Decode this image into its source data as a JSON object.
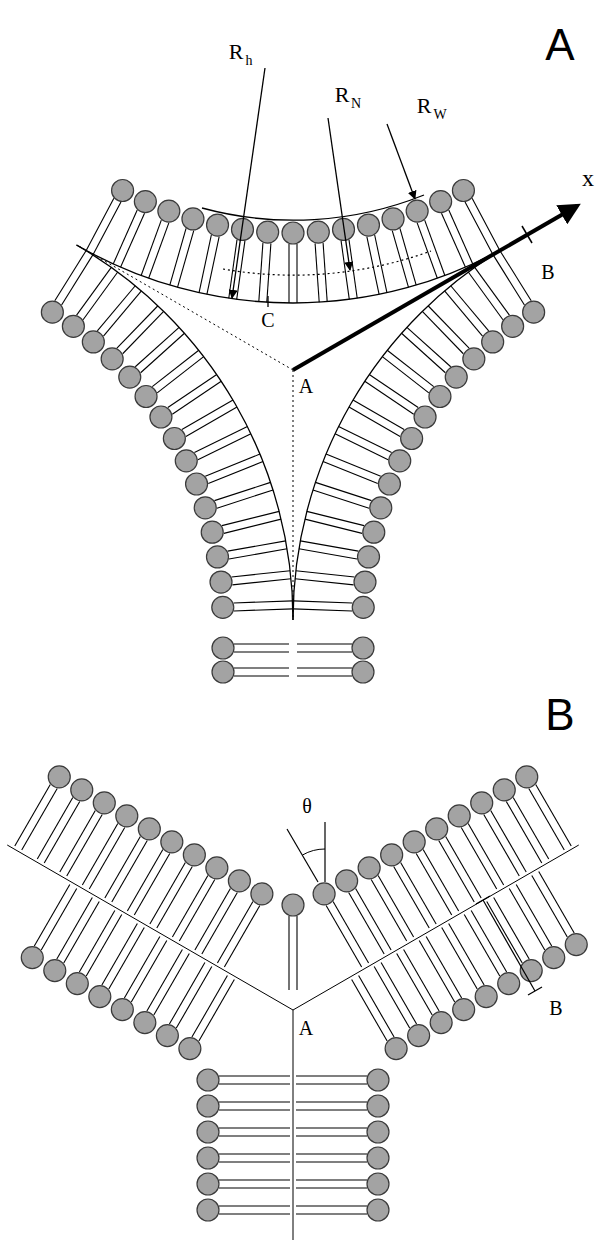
{
  "diagram": {
    "labels": [
      "A",
      "B",
      "R",
      "h",
      "R",
      "N",
      "R",
      "W",
      "x",
      "B",
      "C",
      "A",
      "θ",
      "B",
      "A"
    ]
  }
}
